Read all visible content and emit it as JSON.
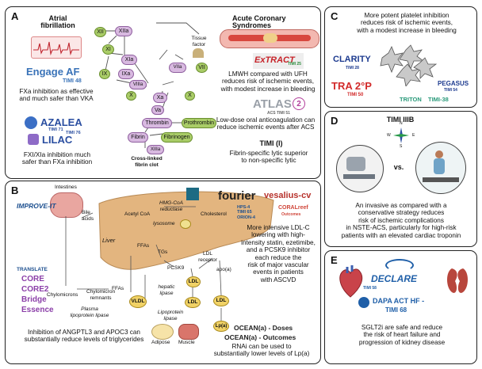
{
  "panel_a": {
    "label": "A",
    "af_title": "Atrial\nfibrillation",
    "engage_logo": "Engage AF",
    "engage_sub": "TIMI 48",
    "engage_text": "FXa inhibition as effective\nand much safer than VKA",
    "azalea_logo": "AZALEA",
    "azalea_sub": "TIMI 71",
    "lilac_logo": "LILAC",
    "lilac_sub": "TIMI 76",
    "lilac_text": "FXI/XIa inhibition much\nsafer than FXa inhibition",
    "cascade": {
      "xii": "XII",
      "xiia": "XIIa",
      "xi": "XI",
      "xia": "XIa",
      "ix": "IX",
      "ixa": "IXa",
      "viiia": "VIIIa",
      "x_left": "X",
      "x_right": "X",
      "xa": "Xa",
      "va": "Va",
      "viia": "VIIa",
      "vii": "VII",
      "tissue_factor": "Tissue\nfactor",
      "thrombin": "Thrombin",
      "prothrombin": "Prothrombin",
      "fibrin": "Fibrin",
      "fibrinogen": "Fibrinogen",
      "xiiia": "XIIIa",
      "clot": "Cross-linked\nfibrin clot"
    },
    "acs_title": "Acute Coronary Syndromes",
    "extract_logo": "ExTRACT",
    "extract_sub": "TIMI 25",
    "lmwh_text": "LMWH compared with UFH\nreduces risk of ischemic events,\nwith modest increase in bleeding",
    "atlas_logo": "ATLAS",
    "atlas_num": "2",
    "atlas_sub": "ACS TIMI 51",
    "atlas_text": "Low-dose oral anticoagulation can\nreduce ischemic events after ACS",
    "timi1_title": "TIMI (I)",
    "timi1_text": "Fibrin-specific lytic superior\nto non-specific lytic"
  },
  "panel_b": {
    "label": "B",
    "intestines": "Intestines",
    "improve_logo": "IMPROVE-IT",
    "bile": "Bile\nacids",
    "acetyl": "Acetyl CoA",
    "hmg": "HMG-CoA\nreductase",
    "cholesterol": "Cholesterol",
    "lysosome": "lysosome",
    "liver": "Liver",
    "ffas1": "FFAs",
    "ffas2": "FFAs",
    "tgs": "TGs",
    "ldl_receptor": "LDL\nreceptor",
    "pcsk9": "PCSK9",
    "apoa": "apo(a)",
    "hepatic_lipase": "hepatic\nlipase",
    "vldl": "VLDL",
    "ldl1": "LDL",
    "ldl2": "LDL",
    "ldl3": "LDL",
    "lpa": "Lp(a)",
    "lipoprotein_lipase": "Lipoprotein\nlipase",
    "chylomicrons": "Chylomicrons",
    "chylo_remnants": "Chylomicron\nremnants",
    "plasma_lipase": "Plasma\nlipoprotein lipase",
    "adipose": "Adipose",
    "muscle": "Muscle",
    "fourier_logo": "fourier",
    "vesalius_logo": "vesalius-cv",
    "hps_logos": "HPS-4\nTIMI 65\nORION-4",
    "coralreef_logo": "CORALreef",
    "coralreef_sub": "Outcomes",
    "ldl_text": "More intensive LDL-C\nlowering with high-\nintensity statin, ezetimibe,\nand a PCSK9 inhibitor\neach reduce the\nrisk of major vascular\nevents in patients\nwith ASCVD",
    "translate": "TRANSLATE",
    "core": "CORE",
    "core2": "CORE2",
    "bridge": "Bridge",
    "essence": "Essence",
    "angptl_text": "Inhibition of ANGPTL3 and APOC3 can\nsubstantially reduce levels of triglycerides",
    "ocean_doses": "OCEAN(a) - Doses",
    "ocean_outcomes": "OCEAN(a) - Outcomes",
    "rnai_text": "RNAi can be used to\nsubstantially lower levels of Lp(a)"
  },
  "panel_c": {
    "label": "C",
    "text": "More potent platelet inhibition\nreduces risk of ischemic events,\nwith a modest increase in bleeding",
    "clarity_logo": "CLARITY",
    "clarity_sub": "TIMI 28",
    "triton_logo": "TRA 2°P",
    "triton_sub": "TIMI 50",
    "pegasus_logo": "PEGASUS",
    "pegasus_sub": "TIMI 54",
    "triton2_logo": "TRITON",
    "triton2_sub": "TIMI-38"
  },
  "panel_d": {
    "label": "D",
    "title": "TIMI IIIB",
    "compass": [
      "N",
      "S",
      "W",
      "E"
    ],
    "vs": "vs.",
    "text": "An invasive as compared with a\nconservative strategy reduces\nrisk of ischemic complications\nin NSTE-ACS, particularly for high-risk\npatients with an elevated cardiac troponin"
  },
  "panel_e": {
    "label": "E",
    "declare_logo": "DECLARE",
    "declare_sub": "TIMI 58",
    "dapa_logo": "DAPA ACT HF -",
    "dapa_sub": "TIMI 68",
    "text": "SGLT2i are safe and reduce\nthe risk of heart failure and\nprogression of kidney disease"
  },
  "colors": {
    "factor_green": "#a9cc67",
    "activated_purple": "#d8b9e0",
    "liver_tan": "#e3b57f",
    "ldl_yellow": "#f1d266",
    "engage_blue": "#3a73b8",
    "azalea_blue": "#2a4ea0",
    "translate_purple": "#8b3fa8",
    "timi_red": "#d22a2a"
  }
}
